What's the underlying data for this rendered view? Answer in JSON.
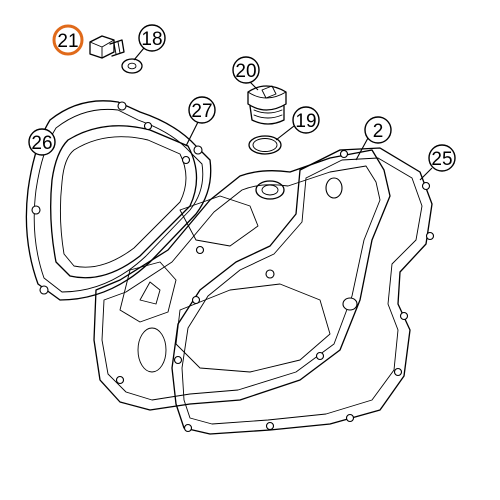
{
  "highlight_color": "#e06a1a",
  "callouts": [
    {
      "id": "21",
      "label": "21",
      "highlighted": true
    },
    {
      "id": "18",
      "label": "18",
      "highlighted": false
    },
    {
      "id": "20",
      "label": "20",
      "highlighted": false
    },
    {
      "id": "19",
      "label": "19",
      "highlighted": false
    },
    {
      "id": "27",
      "label": "27",
      "highlighted": false
    },
    {
      "id": "26",
      "label": "26",
      "highlighted": false
    },
    {
      "id": "2",
      "label": "2",
      "highlighted": false
    },
    {
      "id": "25",
      "label": "25",
      "highlighted": false
    }
  ]
}
